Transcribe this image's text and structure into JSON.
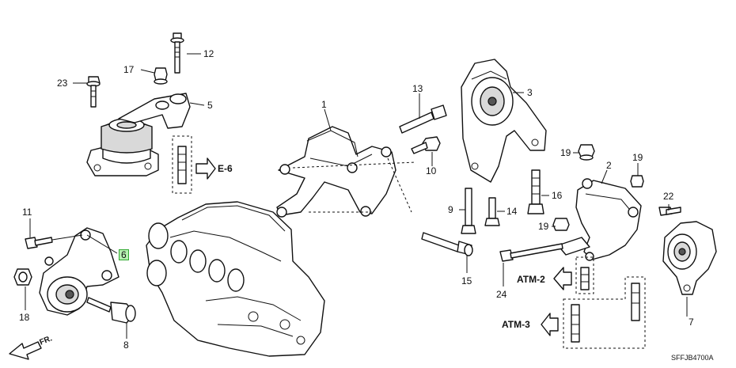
{
  "diagram": {
    "callouts": {
      "c1": "1",
      "c3": "3",
      "c5": "5",
      "c6": "6",
      "c7": "7",
      "c8": "8",
      "c9": "9",
      "c10": "10",
      "c11": "11",
      "c12": "12",
      "c13": "13",
      "c14": "14",
      "c15": "15",
      "c16": "16",
      "c17": "17",
      "c18": "18",
      "c19a": "19",
      "c19b": "19",
      "c19c": "19",
      "c2": "2",
      "c22": "22",
      "c23": "23",
      "c24": "24"
    },
    "references": {
      "e6": "E-6",
      "atm2": "ATM-2",
      "atm3": "ATM-3"
    },
    "direction_label": "FR.",
    "diagram_code": "SFFJB4700A",
    "highlight_color": "#b6f0b0"
  }
}
